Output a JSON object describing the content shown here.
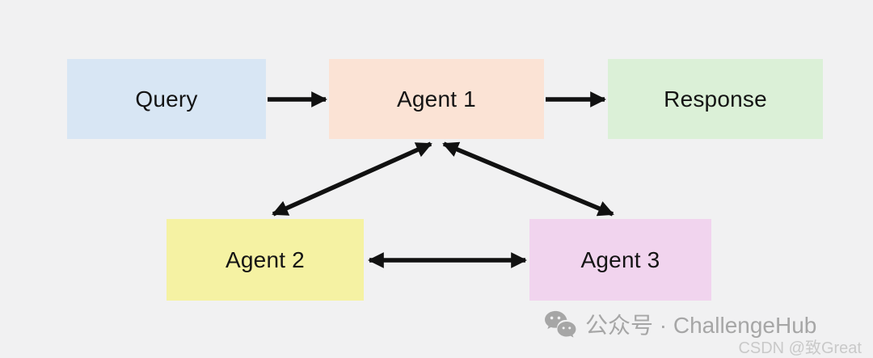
{
  "diagram": {
    "title": "Multi-agent query routing diagram",
    "background_color": "#f1f1f2",
    "arrow_color": "#111111",
    "nodes": [
      {
        "id": "query",
        "label": "Query",
        "color": "#d8e6f4"
      },
      {
        "id": "agent1",
        "label": "Agent 1",
        "color": "#fbe3d5"
      },
      {
        "id": "response",
        "label": "Response",
        "color": "#dbf0d7"
      },
      {
        "id": "agent2",
        "label": "Agent 2",
        "color": "#f5f2a3"
      },
      {
        "id": "agent3",
        "label": "Agent 3",
        "color": "#f1d4ee"
      }
    ],
    "edges": [
      {
        "from": "Query",
        "to": "Agent 1",
        "direction": "one-way"
      },
      {
        "from": "Agent 1",
        "to": "Response",
        "direction": "one-way"
      },
      {
        "from": "Agent 1",
        "to": "Agent 2",
        "direction": "two-way"
      },
      {
        "from": "Agent 1",
        "to": "Agent 3",
        "direction": "two-way"
      },
      {
        "from": "Agent 2",
        "to": "Agent 3",
        "direction": "two-way"
      }
    ]
  },
  "watermark": {
    "icon": "wechat-icon",
    "line1": "公众号 · ChallengeHub",
    "line1_color": "#a6a6a6",
    "line2": "CSDN @致Great",
    "line2_color": "#c9c9c9"
  }
}
